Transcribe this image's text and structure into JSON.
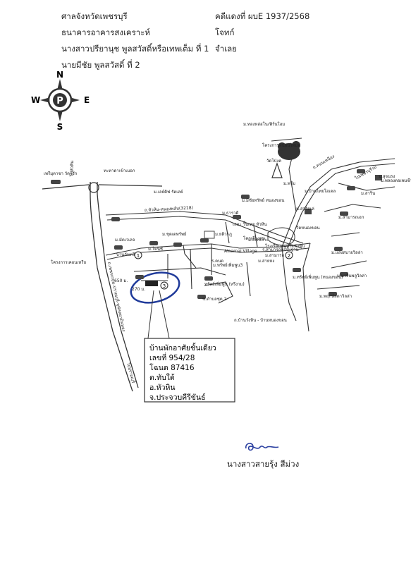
{
  "header": {
    "left_lines": [
      "ศาลจังหวัดเพชรบุรี",
      "ธนาคารอาคารสงเคราะห์",
      "นางสาวปรียานุช พูลสวัสดิ์หรือเทพเต็ม ที่ 1",
      "นายมีชัย พูลสวัสดิ์  ที่ 2"
    ],
    "right_lines": [
      "คดีแดงที่ ผบE 1937/2568",
      "โจทก์",
      "จำเลย"
    ]
  },
  "compass": {
    "n": "N",
    "s": "S",
    "e": "E",
    "w": "W"
  },
  "map": {
    "labels": {
      "temple_top": "ม.ทองหล่อโนเฟิร์นโฮม",
      "school": "โครงการหน่อนไทมม",
      "wat": "วัดโป่งค",
      "mainroad_label": "ถ.คนนเหนือง",
      "petrol": "เพรีมุตาชา วัดจรัก",
      "gate": "ทะหาดาเข้าเมอก",
      "leftroad": "ไปหัวหิน",
      "mo_lane": "ม.เลย์ดิฟ รัตเลย์",
      "rd3218": "ถ.หัวหิน-หนองพลับ(3218)",
      "v1": "ม.มีชัยทรัพย์ ทนองขอน",
      "v2": "ม.บ้านไทยโฮเดล",
      "v3": "ม.พรีม",
      "v4": "ม.สาริน",
      "v5": "ม.สาริดเล่",
      "v6": "เลอะ วิ้นเทจ หัวหิน",
      "v7": "ม.ธารวดี",
      "v8": "ม.สุจนรง",
      "v9": "ม.ยดิวรภู",
      "lake": "วัดหนองขอน",
      "tg": "บ้านกันทรี",
      "tm": "ม.มัดเวเลจ",
      "nb": "ม.ไม้นิชิ",
      "hill": "ม.ชุดเดทรัพย์",
      "kd": "โคกเลี่ยงตม",
      "alaarnai": "Alaarnai Village",
      "v10": "ม.ลิงเหย้าะ",
      "v11": "ร.คนด",
      "v12": "ม.สายหง",
      "v13": "ม.สามารถ",
      "v14": "ร.สามารถทรรมฐาน",
      "v15": "โรงเรียนอนุบาลหัวหิน",
      "v16": "ม.ทรัพย์เพิ่มพูน (ทนองขอน)",
      "v17": "ม.ทรัพย์เพิ่มพูน3",
      "v18": "ทรัพย์เพิ่มพูน (หรีงาม)",
      "v19": "ม.มารินพลูวิลล่า",
      "v20": "ม.แสงสบายวิลล่า",
      "v21": "ม.พฤกษ์ลดาวิลล่า",
      "v22": "ม.พลองตอเพนซีว",
      "v23": "ม.สามารถเอก",
      "v24": "ไปเพชรบุรีรม",
      "rd_dist1": "650 ม.",
      "rd_dist2": "270 ม.",
      "rd_sn": "ซ.ตำบลชุด 2",
      "bottom_rd": "ถ.บ้านวังหิน - บ้านหนองขอน",
      "rd_mid": "ถ.เพชรเกษม-ปราณบุรี-หุฬหลยามินหลง",
      "lowleft": "ไปปราณบุรี",
      "hwy_left": "โครงการเคอนเทรีย",
      "num3": "3",
      "num2": "2",
      "num1": "1"
    },
    "note_lines": [
      "บ้านพักอาศัยชั้นเดียว",
      "เลขที่ 954/28",
      "โฉนด 87416",
      "ต.ทับใต้",
      "อ.หัวหิน",
      "จ.ประจวบคีรีขันธ์"
    ]
  },
  "signature": {
    "name": "นางสาวสายรุ้ง สีม่วง"
  }
}
